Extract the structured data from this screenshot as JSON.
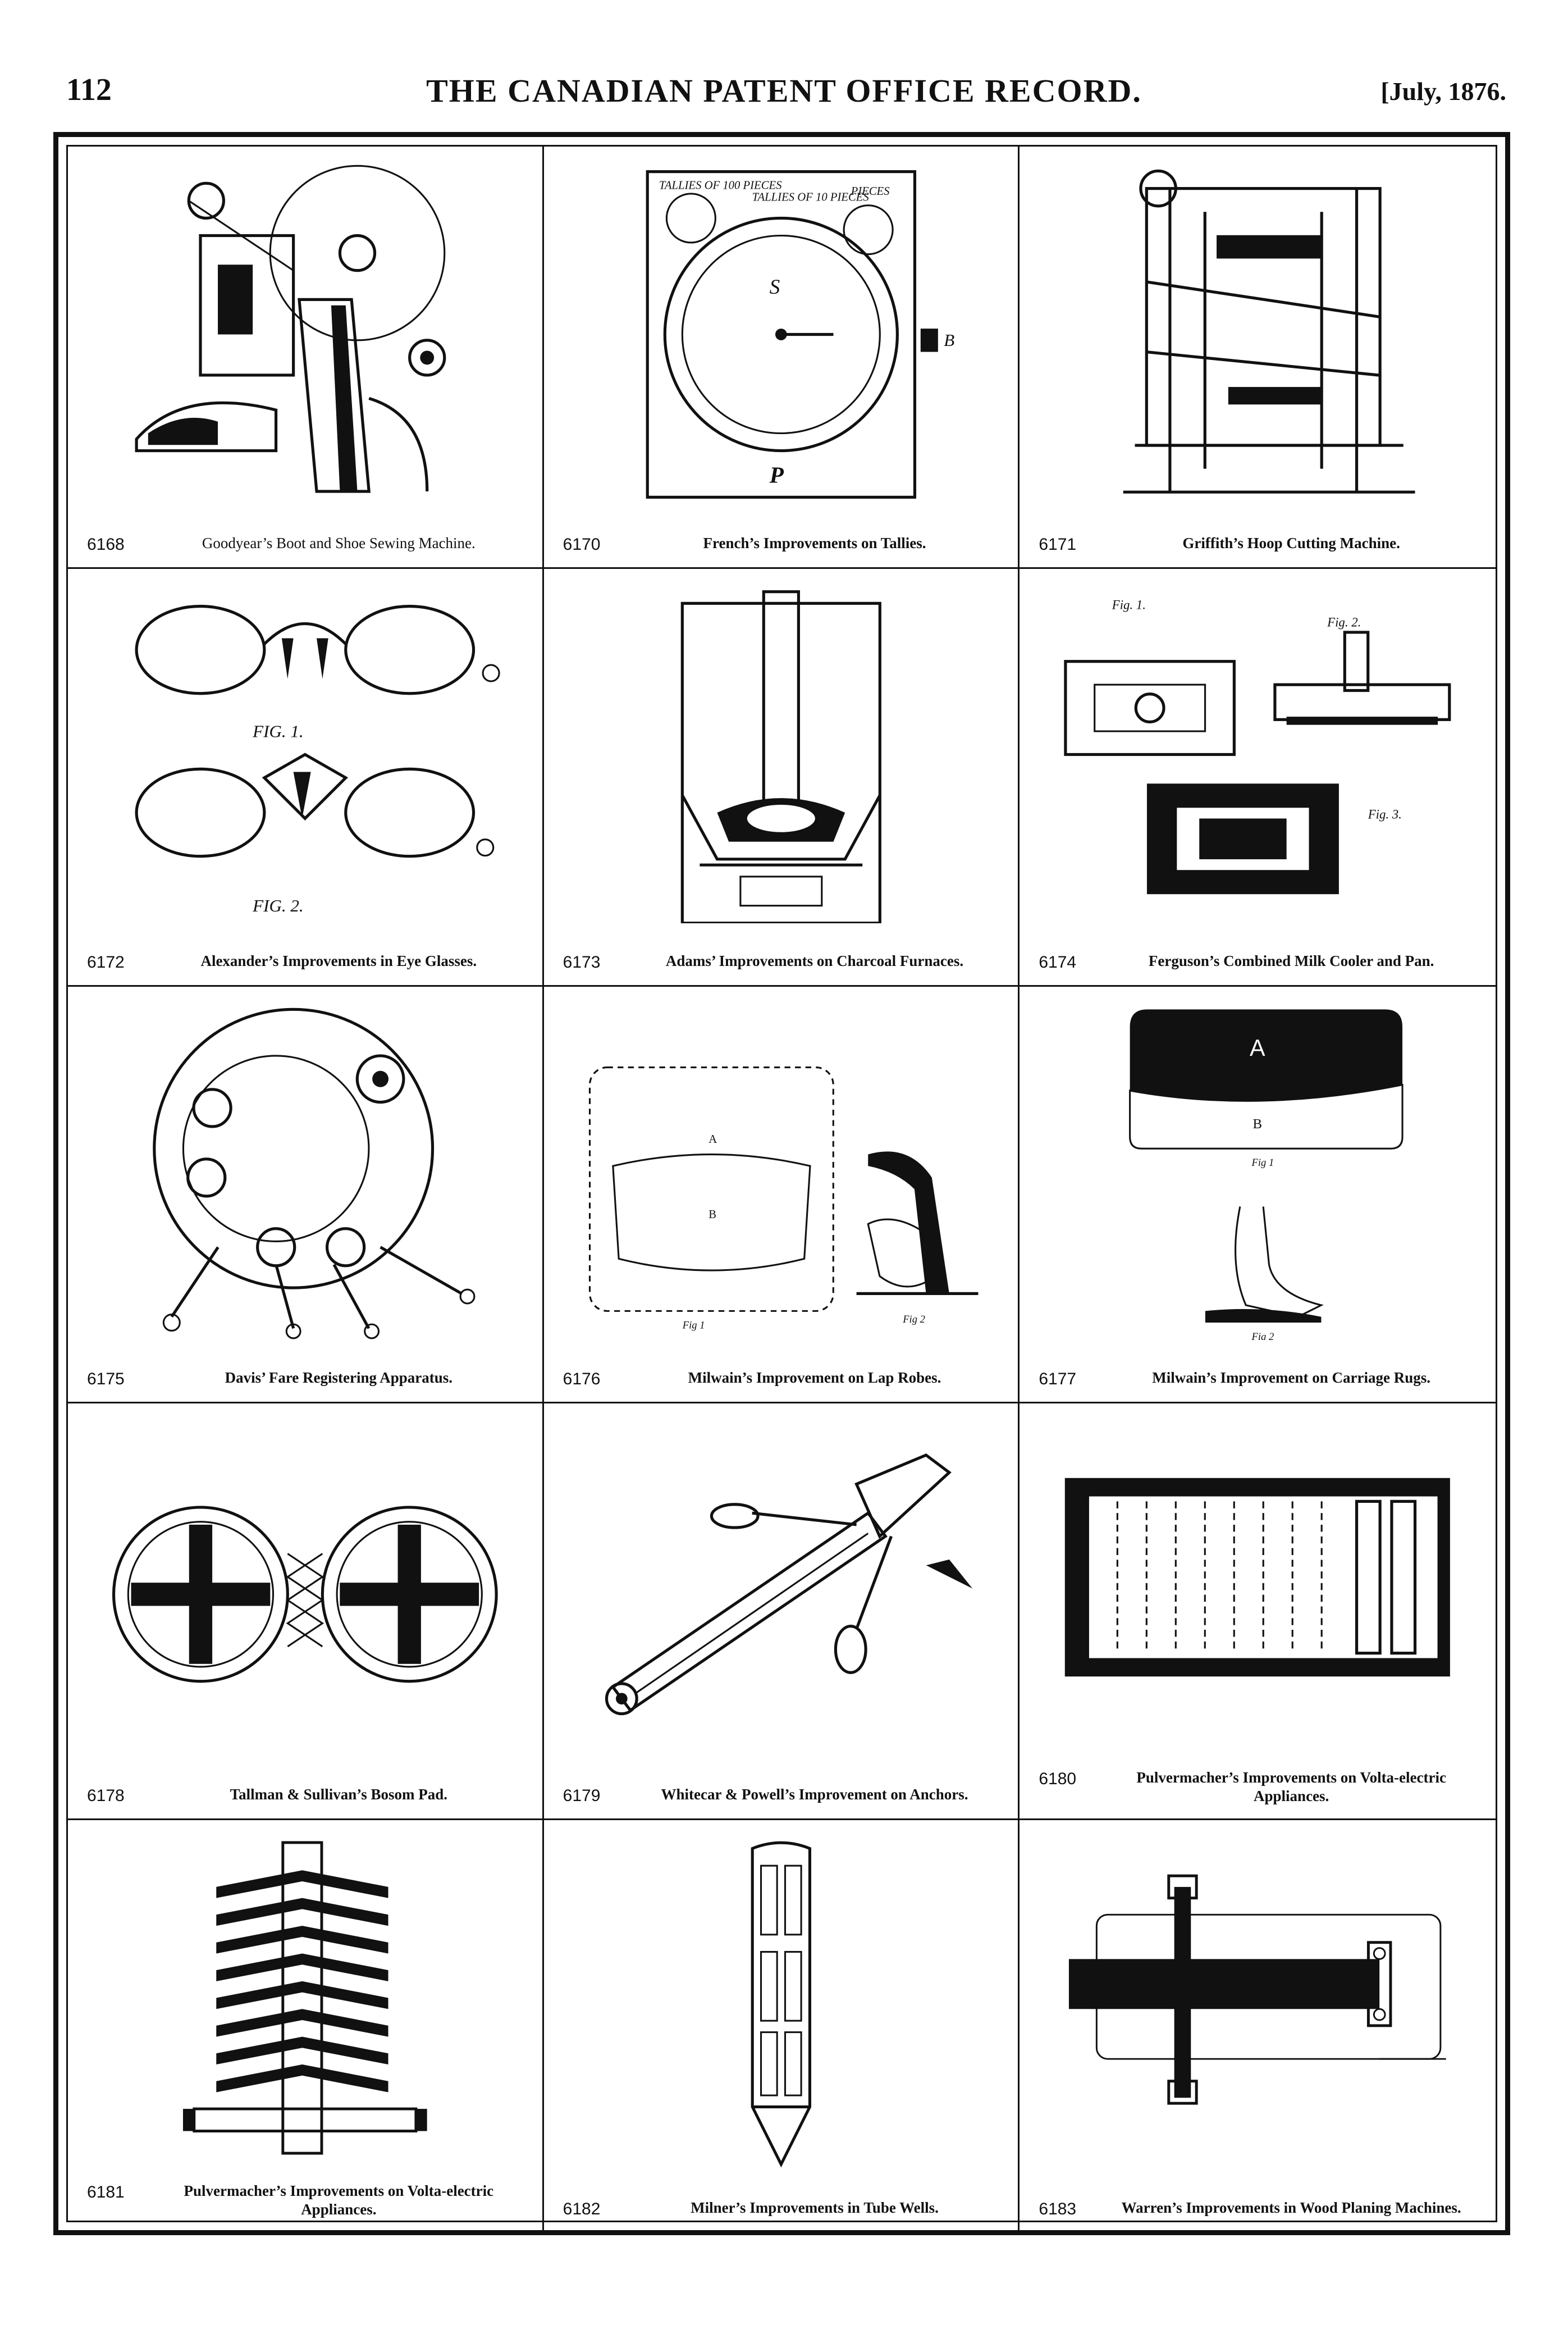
{
  "header": {
    "page_number": "112",
    "title": "THE CANADIAN PATENT OFFICE RECORD.",
    "date": "[July, 1876."
  },
  "patents": [
    {
      "number": "6168",
      "title": "Goodyear’s Boot and Shoe Sewing Machine."
    },
    {
      "number": "6170",
      "title": "French’s Improvements on Tallies."
    },
    {
      "number": "6171",
      "title": "Griffith’s Hoop Cutting Machine."
    },
    {
      "number": "6172",
      "title": "Alexander’s Improvements in Eye Glasses."
    },
    {
      "number": "6173",
      "title": "Adams’ Improvements on Charcoal Furnaces."
    },
    {
      "number": "6174",
      "title": "Ferguson’s Combined Milk Cooler and Pan."
    },
    {
      "number": "6175",
      "title": "Davis’ Fare Registering Apparatus."
    },
    {
      "number": "6176",
      "title": "Milwain’s Improvement on Lap Robes."
    },
    {
      "number": "6177",
      "title": "Milwain’s Improvement on Carriage Rugs."
    },
    {
      "number": "6178",
      "title": "Tallman & Sullivan’s Bosom Pad."
    },
    {
      "number": "6179",
      "title": "Whitecar & Powell’s Improvement on Anchors."
    },
    {
      "number": "6180",
      "title": "Pulvermacher’s Improvements on Volta-electric Appliances."
    },
    {
      "number": "6181",
      "title": "Pulvermacher’s Improvements on Volta-electric Appliances."
    },
    {
      "number": "6182",
      "title": "Milner’s Improvements in Tube Wells."
    },
    {
      "number": "6183",
      "title": "Warren’s Improvements in Wood Planing Machines."
    }
  ],
  "figure_labels": {
    "tallies_1": "TALLIES OF 100 PIECES",
    "tallies_2": "TALLIES OF 10 PIECES",
    "tallies_3": "PIECES",
    "tallies_s": "S",
    "tallies_p": "P",
    "tallies_b": "B",
    "eyeglass_fig1": "FIG. 1.",
    "eyeglass_fig2": "FIG. 2.",
    "cooler_fig1": "Fig. 1.",
    "cooler_fig2": "Fig. 2.",
    "cooler_fig3": "Fig. 3.",
    "rug_a": "A",
    "rug_b": "B",
    "rug_fig1": "Fig 1",
    "rug_fig2": "Fig 2",
    "robe_a": "A",
    "robe_b": "B",
    "robe_fig1": "Fig 1",
    "robe_fig2": "Fig 2"
  }
}
